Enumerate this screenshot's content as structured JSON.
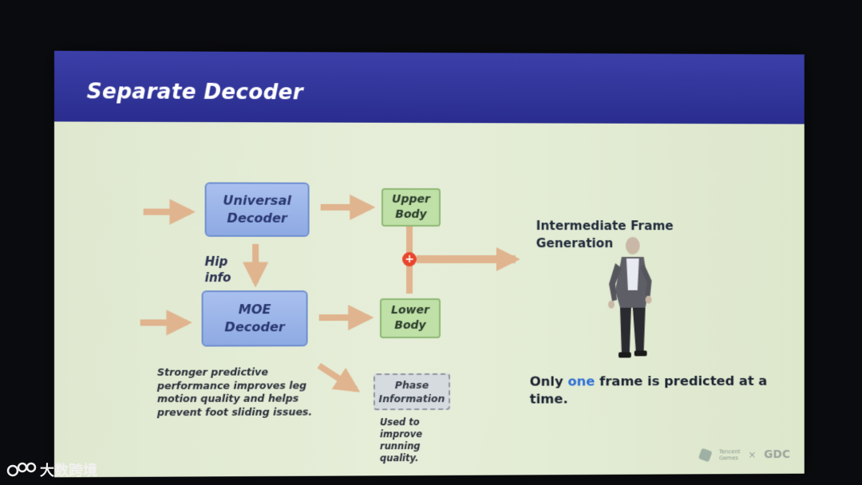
{
  "slide": {
    "title": "Separate Decoder",
    "universal_decoder": "Universal\nDecoder",
    "moe_decoder": "MOE\nDecoder",
    "upper_body": "Upper\nBody",
    "lower_body": "Lower\nBody",
    "phase_information": "Phase\nInformation",
    "hip_info": "Hip\ninfo",
    "plus_symbol": "+",
    "intermediate_frame": "Intermediate Frame\nGeneration",
    "moe_note": "Stronger predictive\nperformance improves leg\nmotion quality and helps\nprevent foot sliding issues.",
    "phase_note": "Used to\nimprove\nrunning\nquality.",
    "prediction_prefix": "Only ",
    "prediction_highlight": "one",
    "prediction_suffix": " frame is predicted at a\ntime.",
    "logo_tencent": "Tencent\nGames",
    "logo_separator": "×",
    "logo_gdc": "GDC"
  },
  "watermark": {
    "text": "大数跨境"
  },
  "colors": {
    "title_bar": "#2a2d8e",
    "arrow": "#e0b48e",
    "decoder_fill": "#8eaae3",
    "body_fill": "#bfe0a7",
    "highlight_blue": "#2f6fd6",
    "plus_red": "#e8452c"
  },
  "icons": {
    "character": "character-figure-icon",
    "tencent_logo": "tencent-games-logo-icon"
  }
}
